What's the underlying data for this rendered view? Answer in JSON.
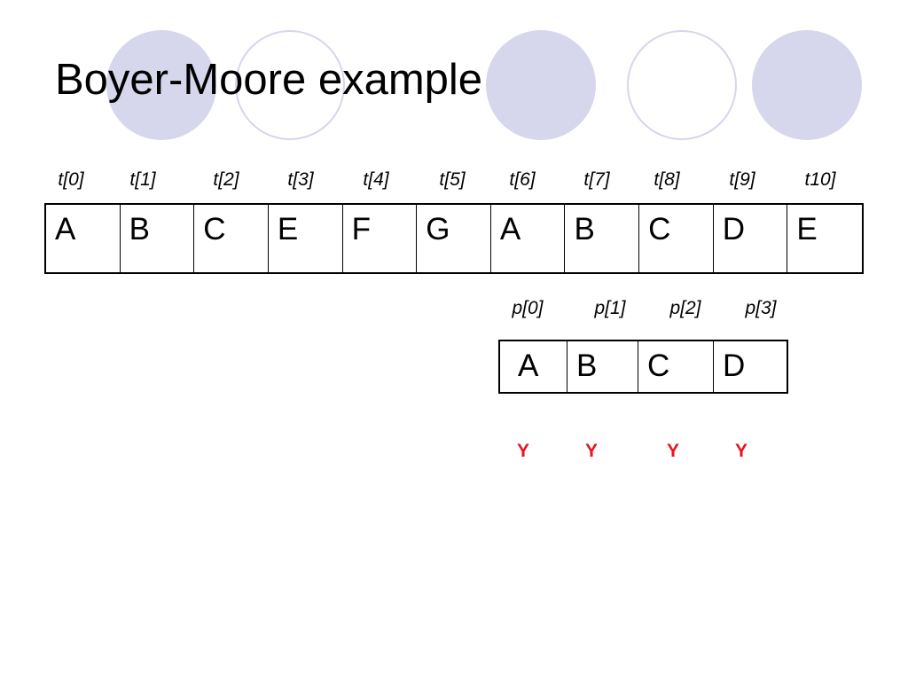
{
  "slide": {
    "title": "Boyer-Moore example",
    "text_indices": [
      "t[0]",
      "t[1]",
      "t[2]",
      "t[3]",
      "t[4]",
      "t[5]",
      "t[6]",
      "t[7]",
      "t[8]",
      "t[9]",
      "t10]"
    ],
    "text_chars": [
      "A",
      "B",
      "C",
      "E",
      "F",
      "G",
      "A",
      "B",
      "C",
      "D",
      "E"
    ],
    "pattern_indices": [
      "p[0]",
      "p[1]",
      "p[2]",
      "p[3]"
    ],
    "pattern_chars": [
      "A",
      "B",
      "C",
      "D"
    ],
    "match_marks": [
      "Y",
      "Y",
      "Y",
      "Y"
    ]
  },
  "colors": {
    "decor_circle": "#d6d6ec",
    "match_mark": "#e8141c"
  }
}
